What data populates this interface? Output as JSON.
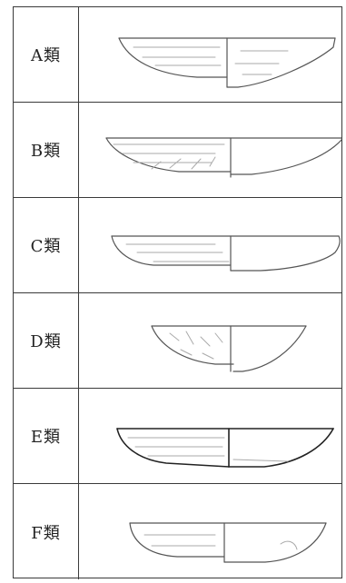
{
  "rows": [
    {
      "label": "A類"
    },
    {
      "label": "B類"
    },
    {
      "label": "C類"
    },
    {
      "label": "D類"
    },
    {
      "label": "E類"
    },
    {
      "label": "F類"
    }
  ]
}
